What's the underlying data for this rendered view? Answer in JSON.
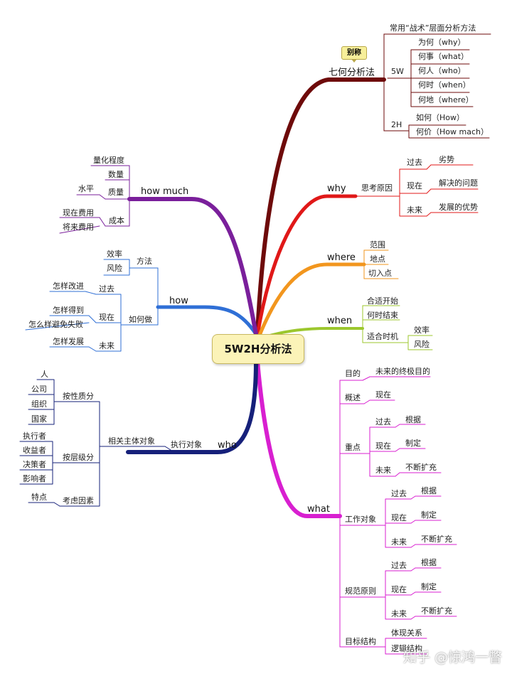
{
  "center": "5W2H分析法",
  "tag": "别称",
  "watermark": "知乎 @惊鸿一瞥",
  "seven": {
    "title": "七何分析法",
    "desc": "常用“战术”层面分析方法",
    "w5": "5W",
    "w5_items": [
      "为何（why）",
      "何事（what）",
      "何人（who）",
      "何时（when）",
      "何地（where）"
    ],
    "h2": "2H",
    "h2_items": [
      "如何（How）",
      "何价（How mach）"
    ]
  },
  "why": {
    "title": "why",
    "sub": "思考原因",
    "past": "过去",
    "past_v": "劣势",
    "now": "现在",
    "now_v": "解决的问题",
    "future": "未来",
    "future_v": "发展的优势"
  },
  "where": {
    "title": "where",
    "items": [
      "范围",
      "地点",
      "切入点"
    ]
  },
  "when": {
    "title": "when",
    "items": [
      "合适开始",
      "何时结束"
    ],
    "fit": "适合时机",
    "fit_items": [
      "效率",
      "风险"
    ]
  },
  "howmuch": {
    "title": "how much",
    "items": [
      "量化程度",
      "数量"
    ],
    "quality": "质量",
    "quality_sub": "水平",
    "cost": "成本",
    "cost_items": [
      "现在费用",
      "将来费用"
    ]
  },
  "how": {
    "title": "how",
    "method": "方法",
    "method_items": [
      "效率",
      "风险"
    ],
    "todo": "如何做",
    "past": "过去",
    "past_v": "怎样改进",
    "now": "现在",
    "now_items": [
      "怎样得到",
      "怎么样避免失败"
    ],
    "future": "未来",
    "future_v": "怎样发展"
  },
  "who": {
    "title": "who",
    "exec": "执行对象",
    "subject": "相关主体对象",
    "nature": "按性质分",
    "nature_items": [
      "人",
      "公司",
      "组织",
      "国家"
    ],
    "level": "按层级分",
    "level_items": [
      "执行者",
      "收益者",
      "决策者",
      "影响者"
    ],
    "factor": "考虑因素",
    "factor_items": [
      "特点"
    ]
  },
  "what": {
    "title": "what",
    "goal": "目的",
    "goal_v": "未来的终极目的",
    "overview": "概述",
    "overview_v": "现在",
    "focus": "重点",
    "work": "工作对象",
    "norm": "规范原则",
    "target": "目标结构",
    "target_items": [
      "体现关系",
      "逻辑结构"
    ],
    "past": "过去",
    "past_v": "根据",
    "now": "现在",
    "now_v": "制定",
    "future": "未来",
    "future_v": "不断扩充"
  },
  "colors": {
    "seven": "#6e0a0a",
    "why": "#e01818",
    "where": "#f2961e",
    "when": "#9cc72e",
    "what": "#d81fd0",
    "who": "#16207a",
    "how": "#2f6fd6",
    "howmuch": "#7a1f9b"
  }
}
